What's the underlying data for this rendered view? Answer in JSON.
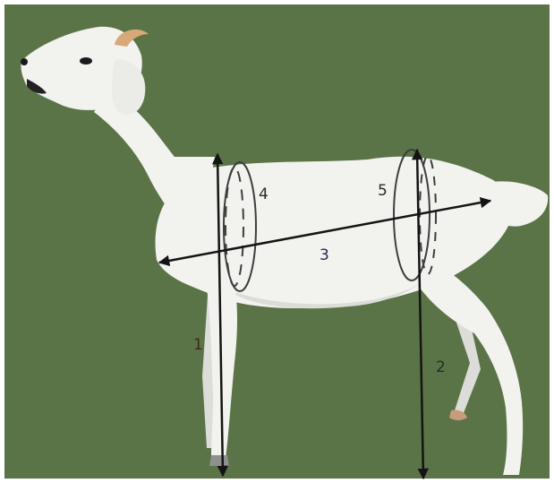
{
  "labels": {
    "m1": "1",
    "m2": "2",
    "m3": "3",
    "m4": "4",
    "m5": "5"
  },
  "colors": {
    "background": "#5a7447",
    "goat": "#f2f2ef",
    "goat_shadow": "#d9dad6",
    "horn": "#d8a878",
    "arrow": "#141414",
    "label_dark": "#2a2a2a",
    "label_navy": "#1f2a4f",
    "label_brown": "#4a2416"
  }
}
